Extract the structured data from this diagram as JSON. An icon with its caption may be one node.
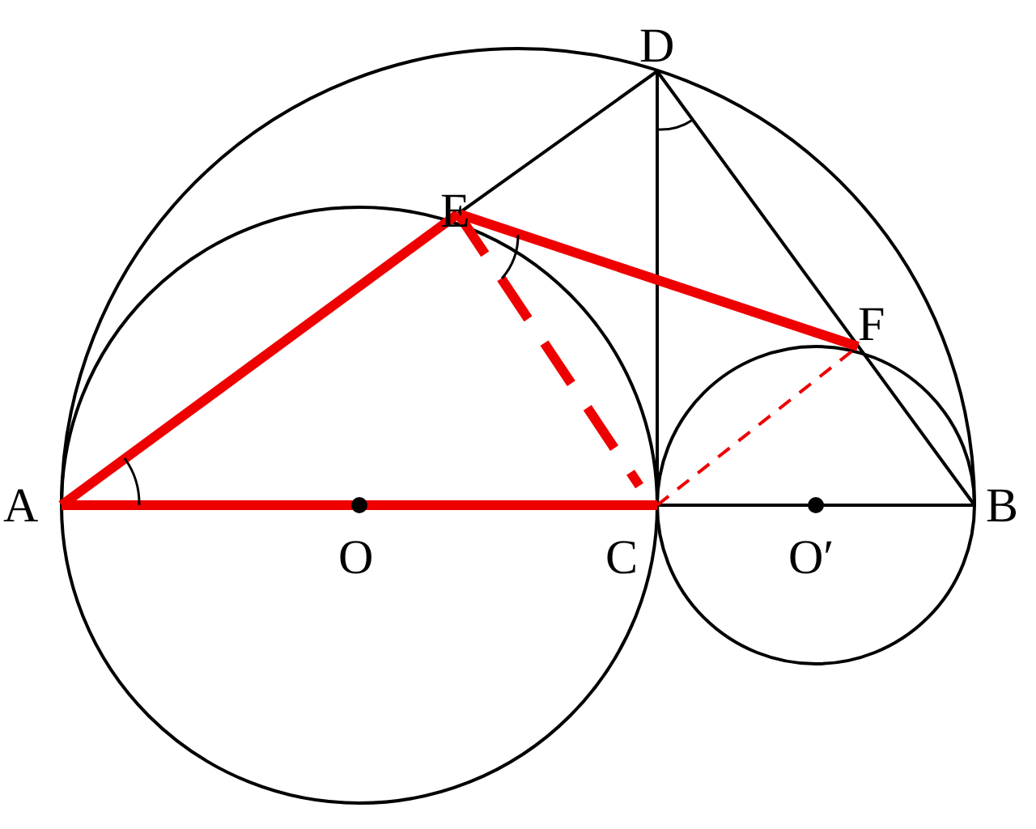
{
  "diagram": {
    "labels": [
      "D",
      "E",
      "F",
      "A",
      "O",
      "C",
      "O′",
      "B"
    ]
  }
}
